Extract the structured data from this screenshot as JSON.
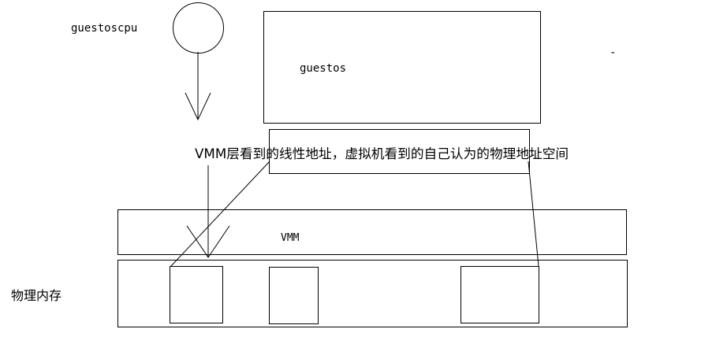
{
  "diagram": {
    "guest_cpu_label": "guestoscpu",
    "guest_os_label": "guestos",
    "stray_mark": "-",
    "linear_address_note": "VMM层看到的线性地址，虚拟机看到的自己认为的物理地址空间",
    "vmm_label": "VMM",
    "physical_memory_label": "物理内存"
  }
}
